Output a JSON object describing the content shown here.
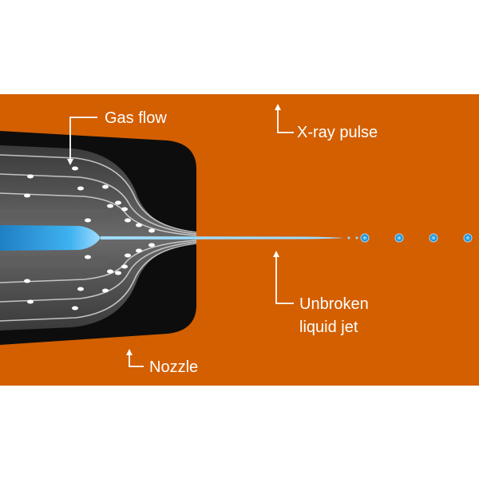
{
  "labels": {
    "gas_flow": "Gas flow",
    "xray_pulse": "X-ray pulse",
    "unbroken_line1": "Unbroken",
    "unbroken_line2": "liquid jet",
    "nozzle": "Nozzle"
  },
  "colors": {
    "background": "#d35f00",
    "nozzle_body": "#0d0d0d",
    "nozzle_inner": "#4a4a4a",
    "liquid": "#2ea8e8",
    "liquid_glow": "#9fdcff",
    "gas_lines": "#d9d9d9",
    "gas_particles": "#ffffff",
    "label_text": "#ffffff"
  }
}
